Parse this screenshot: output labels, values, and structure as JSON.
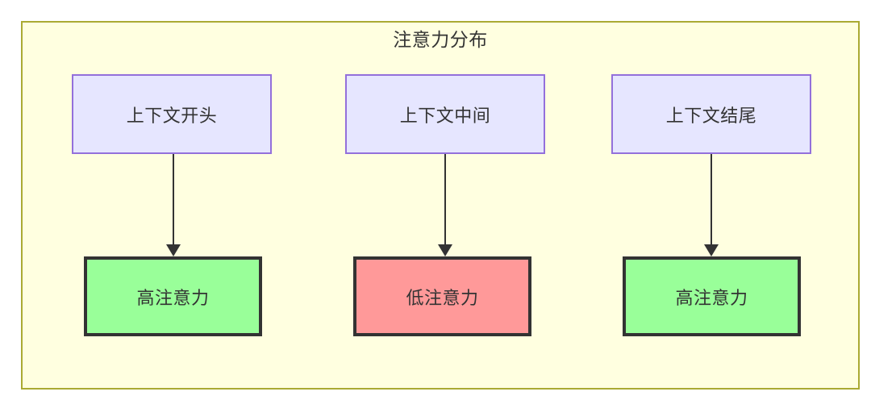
{
  "diagram": {
    "title": "注意力分布",
    "container_bg": "#FFFFE0",
    "container_border": "#AAAA33",
    "source_nodes": [
      {
        "id": "context-start",
        "label": "上下文开头",
        "fill": "#E6E6FF",
        "border": "#9370DB"
      },
      {
        "id": "context-middle",
        "label": "上下文中间",
        "fill": "#E6E6FF",
        "border": "#9370DB"
      },
      {
        "id": "context-end",
        "label": "上下文结尾",
        "fill": "#E6E6FF",
        "border": "#9370DB"
      }
    ],
    "outcome_nodes": [
      {
        "id": "high-attention-start",
        "label": "高注意力",
        "fill": "#99FF99",
        "border": "#333333",
        "level": "high"
      },
      {
        "id": "low-attention-middle",
        "label": "低注意力",
        "fill": "#FF9999",
        "border": "#333333",
        "level": "low"
      },
      {
        "id": "high-attention-end",
        "label": "高注意力",
        "fill": "#99FF99",
        "border": "#333333",
        "level": "high"
      }
    ],
    "edges": [
      {
        "from": "context-start",
        "to": "high-attention-start",
        "style": "solid-arrow"
      },
      {
        "from": "context-middle",
        "to": "low-attention-middle",
        "style": "solid-arrow"
      },
      {
        "from": "context-end",
        "to": "high-attention-end",
        "style": "solid-arrow"
      }
    ]
  }
}
